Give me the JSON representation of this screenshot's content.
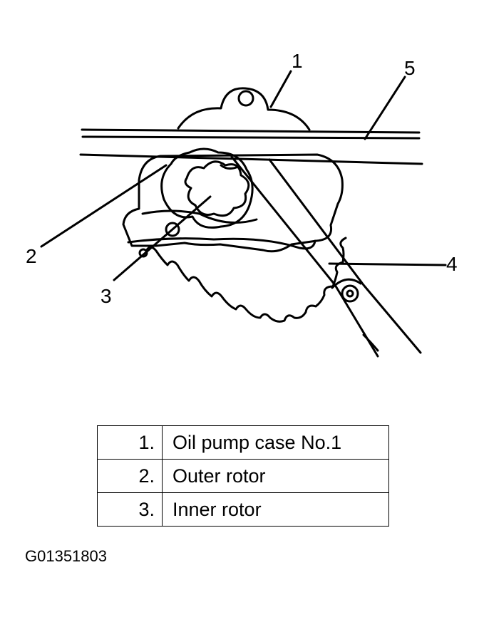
{
  "callouts": [
    "1",
    "2",
    "3",
    "4",
    "5"
  ],
  "legend": [
    {
      "number": "1.",
      "label": "Oil pump case No.1"
    },
    {
      "number": "2.",
      "label": "Outer rotor"
    },
    {
      "number": "3.",
      "label": "Inner rotor"
    }
  ],
  "figure_id": "G01351803"
}
